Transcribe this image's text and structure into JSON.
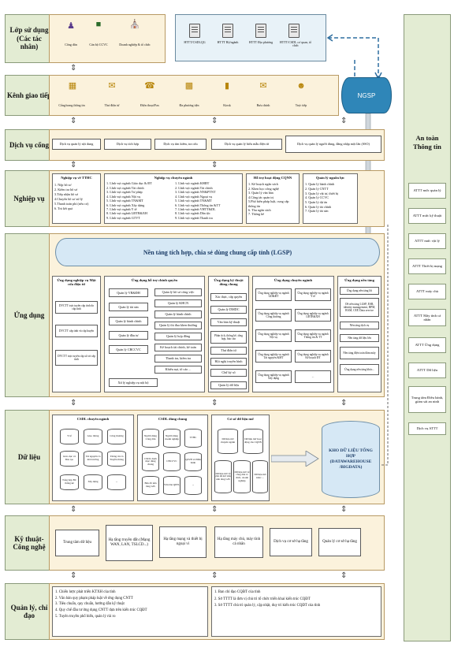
{
  "layers": {
    "users": "Lớp sử dụng (Các tác nhân)",
    "channels": "Kênh giao tiếp",
    "portal": "Dịch vụ cổng",
    "business": "Nghiệp vụ",
    "apps": "Ứng dụng",
    "data": "Dữ liệu",
    "tech": "Kỹ thuật-Công nghệ",
    "mgmt": "Quản lý, chỉ đạo"
  },
  "users": [
    "Công dân",
    "Cán bộ CCVC",
    "Doanh nghiệp & tổ chức"
  ],
  "servers": [
    "HTTT/CSDLQG",
    "HTTT Bộ/ngành",
    "HTTT Địa phương",
    "HTTT/CSDL cơ quan, tổ chức"
  ],
  "ngsp": "NGSP",
  "channels": [
    "Cổng/trang thông tin",
    "Thư điện tử",
    "Điện thoại/Fax",
    "Đa phương tiện",
    "Kiosk",
    "Bưu chính",
    "Trực tiếp"
  ],
  "portal": [
    "Dịch vụ quản lý nội dung",
    "Dịch vụ tích hợp",
    "Dịch vụ tìm kiếm, tra cứu",
    "Dịch vụ quản lý biểu mẫu điện tử",
    "Dịch vụ quản lý người dùng, đăng nhập một lần (SSO)"
  ],
  "business": {
    "tthc": {
      "title": "Nghiệp vụ về TTHC",
      "items": [
        "1. Nộp hồ sơ",
        "2. Kiểm tra hồ sơ",
        "3.Tiếp nhận hồ sơ",
        "4.Chuyển hồ sơ xử lý",
        "5.Thanh toán phí (nếu có)",
        "6. Trả kết quả"
      ]
    },
    "specialized": {
      "title": "Nghiệp vụ chuyên ngành",
      "col1": [
        "1. Lĩnh vực ngành Giáo dục & ĐT",
        "2. Lĩnh vực ngành Tài chính",
        "3. Lĩnh vực ngành Tư pháp",
        "4. Lĩnh vực ngành Nội vụ",
        "5. Lĩnh vực ngành TN&MT",
        "6. Lĩnh vực ngành Xây dựng",
        "7. Lĩnh vực ngành Y tế",
        "8. Lĩnh vực ngành LĐTB&XH",
        "9. Lĩnh vực ngành GTVT"
      ],
      "col2": [
        "1. Lĩnh vực ngành KHĐT",
        "2. Lĩnh vực ngành Tài chính",
        "3. Lĩnh vực ngành NN&PTNT",
        "4. Lĩnh vực ngành Ngoại vụ",
        "5. Lĩnh vực ngành TN&MT",
        "6. Lĩnh vực ngành Thông tin &TT",
        "7. Lĩnh vực ngành VHTT&DL",
        "8. Lĩnh vực ngành Dân tộc",
        "9. Lĩnh vực ngành Thanh tra"
      ]
    },
    "cqdn": {
      "title": "Hỗ trợ hoạt động CQNN",
      "items": [
        "1. Kế hoạch ngân sách",
        "2. Khen học công nghệ",
        "3. Quản lý văn bản",
        "4.Công tác quản trị",
        "5.Phổ biến pháp luật, cung cấp thông tin",
        "6. Thu ngân sách",
        "7. Thống kê"
      ]
    },
    "resources": {
      "title": "Quản lý nguồn lực",
      "items": [
        "1. Quản lý hành chính",
        "2. Quản lý CNTT",
        "3. Quản lý vật tư, thiết bị",
        "4. Quản lý CCVC",
        "5. Quản lý dự án",
        "6. Quản lý tài chính",
        "7. Quản lý tài sản"
      ]
    }
  },
  "lgsp": "Nền tảng tích hợp, chia sẻ dùng chung cấp tỉnh (LGSP)",
  "apps": {
    "tthc": {
      "title": "Ứng dụng nghiệp vụ Một cửa điện tử",
      "items": [
        "DVCTT trực tuyến cấp tỉnh do cấp tỉnh",
        "DVCTT cấp tỉnh và cấp huyện",
        "DVCTT trực tuyến cấp xã và cấp tỉnh"
      ]
    },
    "gov": {
      "title": "Ứng dụng hỗ trợ chính quyền",
      "col1": [
        "Quản lý VB&ĐH",
        "Quản lý tài sản",
        "Quản lý hành chính",
        "Quản lý đầu tư",
        "Quản lý CBCCVC"
      ],
      "col2": [
        "Quản lý hồ sơ công việc",
        "Quản lý KHCN",
        "Quản lý hành chính",
        "Quản lý thi đua khen thưởng",
        "Quản lý hợp đồng",
        "Kế hoạch tài chính, kế toán",
        "Thanh tra, kiểm tra",
        "Khiếu nại, tố cáo ..."
      ],
      "extra": "Xử lý nghiệp vụ nội bộ"
    },
    "tech": {
      "title": "Ứng dụng kỹ thuật dùng chung",
      "items": [
        "Xác thực, cấp quyền",
        "Quản lý DMDC",
        "Văn bản kỹ thuật",
        "Phân tích, thống kê, tổng hợp, báo cáo",
        "Thư điện tử",
        "Hội nghị truyền hình",
        "Chữ ký số",
        "Quản lý dữ liệu"
      ]
    },
    "sector": {
      "title": "Ứng dụng chuyên ngành",
      "col1": [
        "Ứng dụng nghiệp vụ ngành GD&ĐT",
        "Ứng dụng nghiệp vụ ngành Công thương",
        "Ứng dụng nghiệp vụ ngành Nội vụ",
        "Ứng dụng nghiệp vụ ngành Tài nguyên &MT",
        "Ứng dụng nghiệp vụ ngành Xây dựng"
      ],
      "col2": [
        "Ứng dụng nghiệp vụ ngành Y tế",
        "Ứng dụng nghiệp vụ ngành LĐTB&XH",
        "Ứng dụng nghiệp vụ ngành Thông tin & TT",
        "Ứng dụng nghiệp vụ ngành Kế hoạch ĐT",
        "..."
      ]
    },
    "platform": {
      "title": "Ứng dụng nền tảng",
      "items": [
        "Ứng dụng nền tảng lõi",
        "OS nền tảng LGSP, ESB, identity management, BPM, BAM, CEP, Data service",
        "Nền tảng dịch vụ",
        "Nền tảng dữ liệu lớn",
        "Nền tảng điện toán đám mây",
        "Ứng dụng nền tảng khác..."
      ]
    }
  },
  "data": {
    "specialized": {
      "title": "CSDL chuyên ngành",
      "items": [
        "Y tế",
        "Giao thông",
        "Công thương",
        "Giáo dục và Đào tạo",
        "Tài nguyên và môi trường",
        "Thông tin và Truyền thông",
        "Tổng hợp BC thống kê",
        "Xây dựng",
        "..."
      ]
    },
    "shared": {
      "title": "CSDL dùng chung",
      "items": [
        "Người dùng Công dân",
        "Người dùng doanh nghiệp",
        "TTHC",
        "CSDL danh mục dùng chung",
        "CBCCVC",
        "QLVB và Điều hành",
        "Bản đồ nền tảng GIS",
        "Văn bản QPPL",
        "..."
      ]
    },
    "base": {
      "title": "Cơ sở dữ liệu mở",
      "items": [
        "Dữ liệu mở chuyên ngành",
        "Dữ liệu mở hoạt động của CQNN",
        "Dữ liệu mở về chủ đề mở trên nền tảng GIS",
        "Dữ liệu mở về công dân tổ chức, doanh nghiệp",
        "Dữ liệu mở khác ..."
      ]
    },
    "warehouse": "KHO DỮ LIỆU TỔNG HỢP (DATAWAREHOUSE /BIGDATA)"
  },
  "tech": [
    "Trung tâm dữ liệu",
    "Hạ tầng truyền dẫn (Mạng WAN, LAN, TSLCD...)",
    "Hạ tầng mạng và thiết bị ngoại vi",
    "Hạ tầng máy chủ, máy tính cá nhân",
    "Dịch vụ cơ sở hạ tầng",
    "Quản lý cơ sở hạ tầng"
  ],
  "mgmt": {
    "left": [
      "1. Chiến lược phát triển KTXH của tỉnh",
      "2. Văn bản quy phạm pháp luật về ứng dụng CNTT",
      "3. Tiêu chuẩn, quy chuẩn, hướng dẫn kỹ thuật",
      "4. Quy chế đầu tư ứng dụng CNTT dựa trên kiến trúc CQĐT",
      "5. Tuyên truyền phổ biến, quản lý rủi ro"
    ],
    "right": [
      "1. Ban chỉ đạo CQĐT của tỉnh",
      "2. Sở TTTT là đơn vị chủ trì tổ chức triển khai kiến trúc CQĐT",
      "3. Sở TTTT chủ trì quản lý, cập nhật, duy trì kiến trúc CQĐT của tỉnh"
    ]
  },
  "security": {
    "title": "An toàn Thông tin",
    "items": [
      "ATTT mức quản lý",
      "ATTT mức kỹ thuật",
      "ATTT mức vật lý",
      "ATTT Thiết bị mạng",
      "ATTT máy chủ",
      "ATTT Máy tính cá nhân",
      "ATTT Ứng dụng",
      "ATTT Dữ liệu",
      "Trung tâm Điều hành, giám sát an ninh",
      "Dịch vụ ATTT"
    ]
  },
  "colors": {
    "layer_bg": "#e3ecd3",
    "band_bg": "#fbf2dc",
    "ngsp": "#2f86b8",
    "lgsp": "#d6e8f5"
  }
}
